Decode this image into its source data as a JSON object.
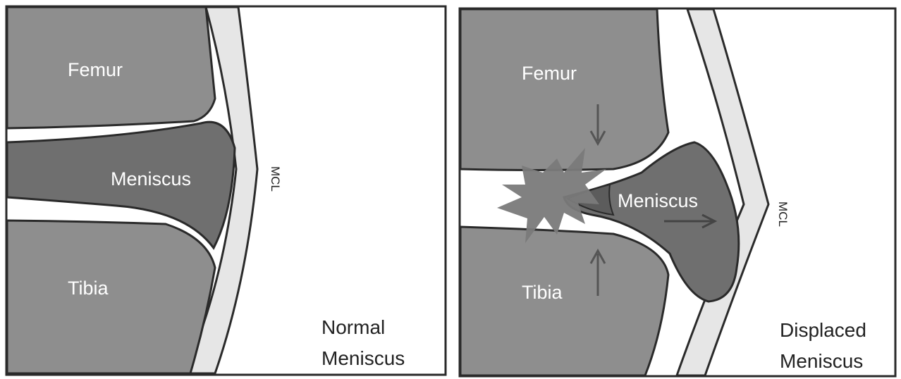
{
  "colors": {
    "bone": "#8e8e8e",
    "meniscus": "#6f6f6f",
    "meniscus_inner": "#5c5c5c",
    "ligament": "#e6e6e6",
    "outline": "#2a2a2a",
    "star": "#7a7a7a",
    "arrow": "#555555",
    "label_text": "#ffffff",
    "caption_text": "#222222"
  },
  "panels": [
    {
      "femur_label": "Femur",
      "meniscus_label": "Meniscus",
      "tibia_label": "Tibia",
      "mcl_label": "MCL",
      "caption_line1": "Normal",
      "caption_line2": "Meniscus"
    },
    {
      "femur_label": "Femur",
      "meniscus_label": "Meniscus",
      "tibia_label": "Tibia",
      "mcl_label": "MCL",
      "caption_line1": "Displaced",
      "caption_line2": "Meniscus"
    }
  ]
}
